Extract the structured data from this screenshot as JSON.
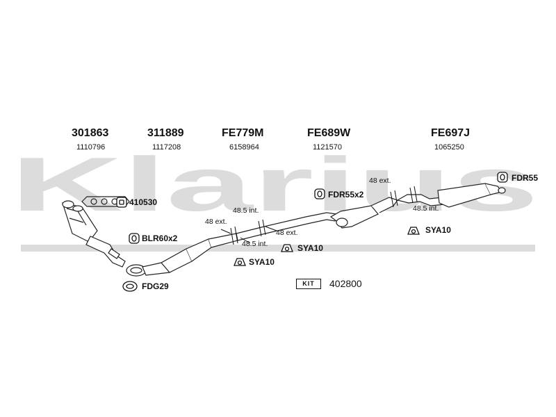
{
  "watermark": "Klarius",
  "columns": [
    {
      "code": "301863",
      "ref": "1110796"
    },
    {
      "code": "311889",
      "ref": "1117208"
    },
    {
      "code": "FE779M",
      "ref": "6158964"
    },
    {
      "code": "FE689W",
      "ref": "1121570"
    },
    {
      "code": "FE697J",
      "ref": "1065250"
    }
  ],
  "fittings": {
    "f410530": "410530",
    "blr": "BLR60x2",
    "fdg": "FDG29",
    "sya_a": "SYA10",
    "sya_b": "SYA10",
    "sya_c": "SYA10",
    "fdr55x2": "FDR55x2",
    "fdr55": "FDR55"
  },
  "measurements": {
    "m1": "48.5 int.",
    "m2": "48 ext.",
    "m3": "48 ext.",
    "m4": "48.5 int.",
    "m5": "48 ext.",
    "m6": "48.5 int."
  },
  "kit": {
    "badge": "KIT",
    "number": "402800"
  }
}
